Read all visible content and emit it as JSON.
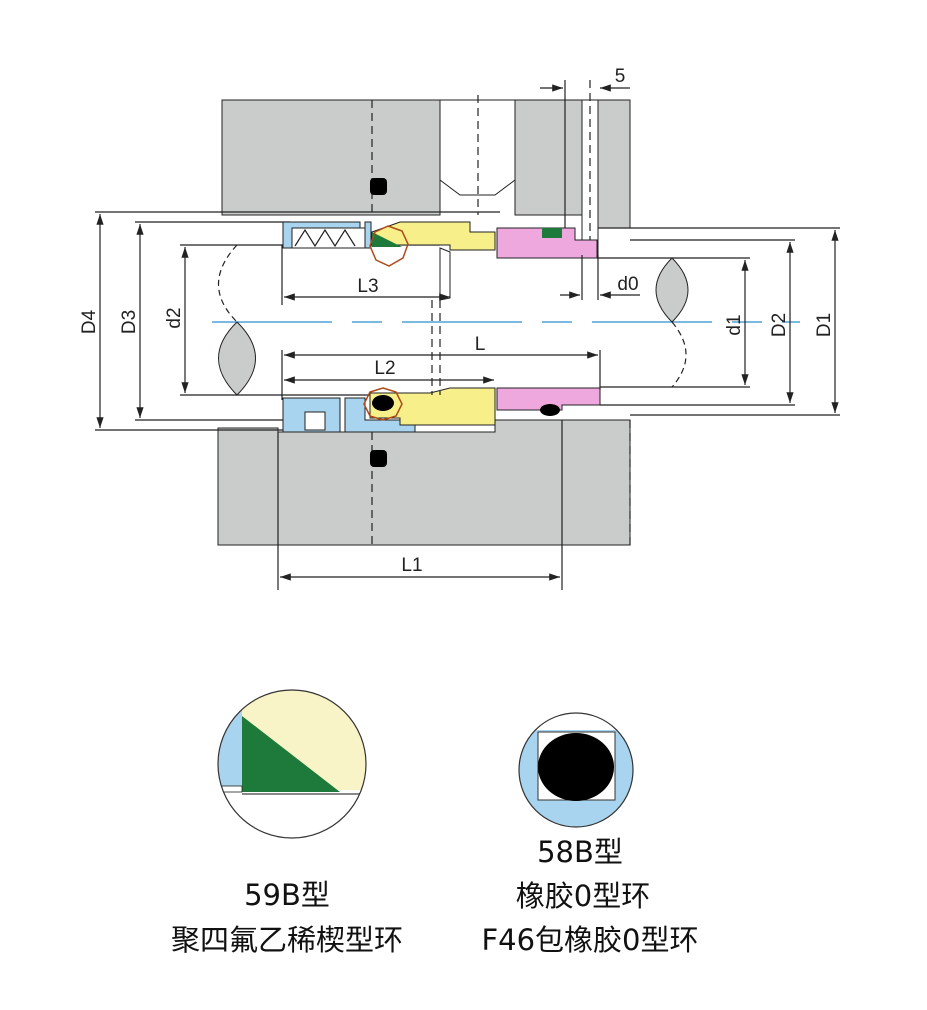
{
  "dimensions": {
    "D4": "D4",
    "D3": "D3",
    "d2": "d2",
    "d1": "d1",
    "D2": "D2",
    "D1": "D1",
    "L": "L",
    "L1": "L1",
    "L2": "L2",
    "L3": "L3",
    "d0": "d0",
    "five": "5"
  },
  "details": [
    {
      "type": "59B型",
      "description": "聚四氟乙稀楔型环"
    },
    {
      "type": "58B型",
      "description": "橡胶0型环",
      "description2": "F46包橡胶0型环"
    }
  ],
  "colors": {
    "housing": "#c9cccb",
    "spring_seat": "#a8d4ef",
    "rotating_ring": "#f7f08a",
    "stationary_ring": "#efa8de",
    "wedge": "#1e7a3a",
    "oring": "#000000",
    "centerline": "#2a8fd0"
  }
}
